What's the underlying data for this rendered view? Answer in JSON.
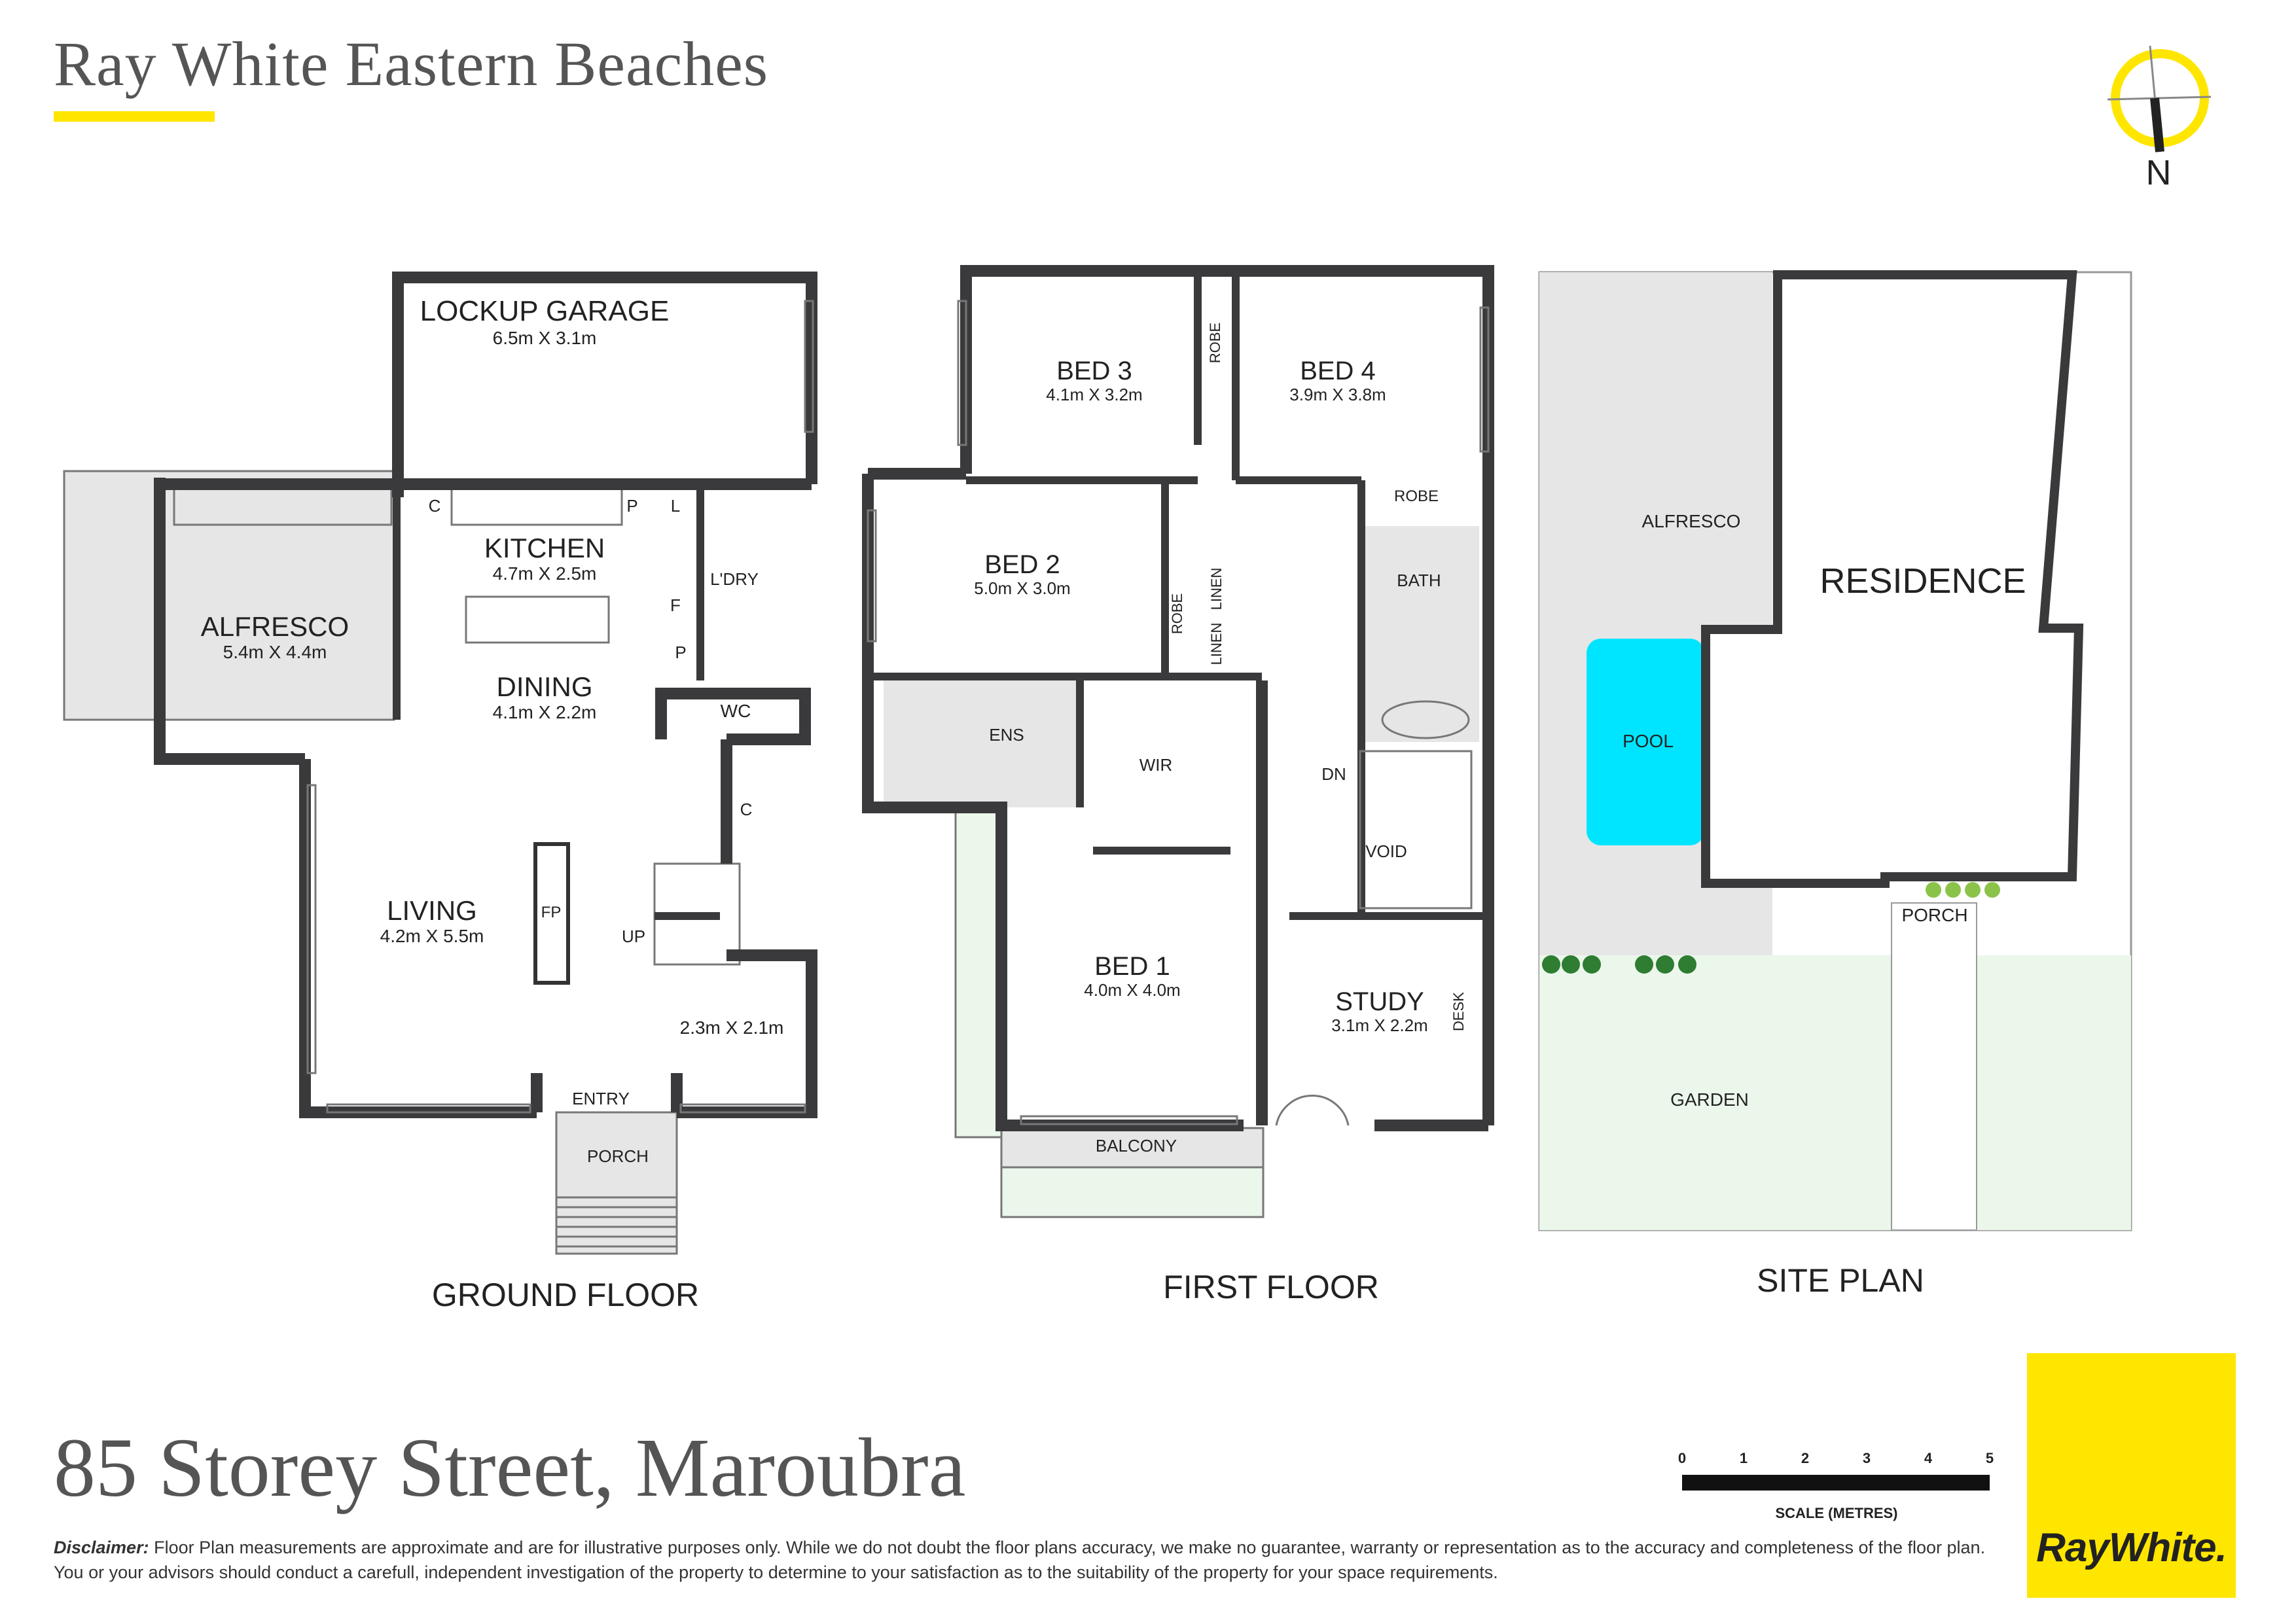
{
  "header": {
    "brand": "Ray White Eastern Beaches"
  },
  "compass": {
    "label": "N"
  },
  "ground_floor": {
    "title": "GROUND FLOOR",
    "rooms": {
      "garage": {
        "name": "LOCKUP GARAGE",
        "size": "6.5m X 3.1m"
      },
      "alfresco": {
        "name": "ALFRESCO",
        "size": "5.4m X 4.4m"
      },
      "kitchen": {
        "name": "KITCHEN",
        "size": "4.7m X 2.5m"
      },
      "dining": {
        "name": "DINING",
        "size": "4.1m X 2.2m"
      },
      "living": {
        "name": "LIVING",
        "size": "4.2m X 5.5m"
      },
      "laundry": {
        "name": "L'DRY"
      },
      "wc": {
        "name": "WC"
      },
      "entry": {
        "name": "ENTRY"
      },
      "porch": {
        "name": "PORCH"
      },
      "extra_room": {
        "size": "2.3m X 2.1m"
      }
    },
    "labels": {
      "c1": "C",
      "c2": "C",
      "p1": "P",
      "p2": "P",
      "l": "L",
      "f": "F",
      "fp": "FP",
      "up": "UP"
    }
  },
  "first_floor": {
    "title": "FIRST FLOOR",
    "rooms": {
      "bed3": {
        "name": "BED 3",
        "size": "4.1m X 3.2m"
      },
      "bed4": {
        "name": "BED 4",
        "size": "3.9m X 3.8m"
      },
      "bed2": {
        "name": "BED 2",
        "size": "5.0m X 3.0m"
      },
      "bed1": {
        "name": "BED 1",
        "size": "4.0m X 4.0m"
      },
      "study": {
        "name": "STUDY",
        "size": "3.1m X 2.2m"
      },
      "ens": {
        "name": "ENS"
      },
      "wir": {
        "name": "WIR"
      },
      "bath": {
        "name": "BATH"
      },
      "void": {
        "name": "VOID"
      },
      "balcony": {
        "name": "BALCONY"
      }
    },
    "labels": {
      "robe1": "ROBE",
      "robe2": "ROBE",
      "robe3": "ROBE",
      "linen1": "LINEN",
      "linen2": "LINEN",
      "desk": "DESK",
      "dn": "DN"
    }
  },
  "site_plan": {
    "title": "SITE PLAN",
    "areas": {
      "residence": "RESIDENCE",
      "alfresco": "ALFRESCO",
      "pool": "POOL",
      "porch": "PORCH",
      "garden": "GARDEN"
    }
  },
  "address": "85 Storey Street, Maroubra",
  "scale": {
    "ticks": [
      "0",
      "1",
      "2",
      "3",
      "4",
      "5"
    ],
    "label": "SCALE (METRES)"
  },
  "disclaimer": {
    "lead": "Disclaimer:",
    "text": " Floor Plan measurements are approximate and are for illustrative purposes only. While we do not doubt the  floor  plans  accuracy,  we make no guarantee, warranty or representation as to the accuracy and completeness of the floor plan.  You  or  your  advisors  should  conduct a carefull, independent investigation of the property to determine to your satisfaction as to the suitability of the property for your space requirements."
  },
  "logo": {
    "text": "RayWhite."
  },
  "colors": {
    "accent_yellow": "#ffe600",
    "wall": "#3a3a3c",
    "pool": "#00e5ff",
    "garden": "#ecf7ec",
    "floor_grey": "#e6e6e6"
  }
}
